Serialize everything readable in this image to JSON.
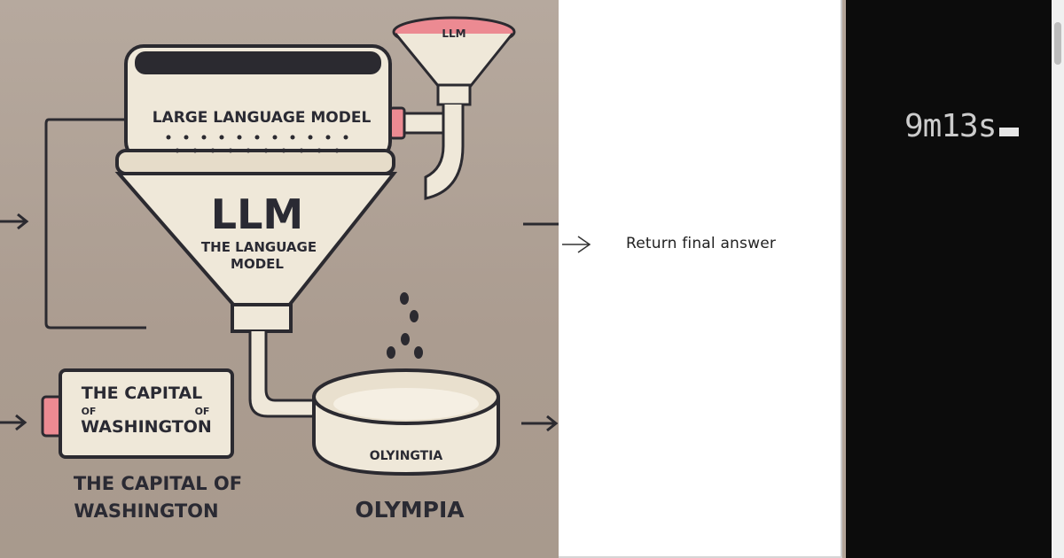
{
  "illustration": {
    "funnel_top_text": "LLM",
    "machine_label": "LARGE LANGUAGE MODEL",
    "funnel_title": "LLM",
    "funnel_subtitle_line1": "THE LANGUAGE",
    "funnel_subtitle_line2": "MODEL",
    "input_box_line1": "THE CAPITAL",
    "input_box_line2a": "OF",
    "input_box_line2b": "OF",
    "input_box_line3": "WASHINGTON",
    "caption_line1": "THE CAPITAL OF",
    "caption_line2": "WASHINGTON",
    "bowl_label": "OLYINGTIA",
    "output_caption": "OLYMPIA",
    "colors": {
      "background": "#b2a498",
      "cream": "#efe8d9",
      "outline": "#2b2a30",
      "pink": "#ec8a92"
    }
  },
  "panel": {
    "return_label": "Return final answer"
  },
  "terminal": {
    "timer": "9m13s"
  }
}
